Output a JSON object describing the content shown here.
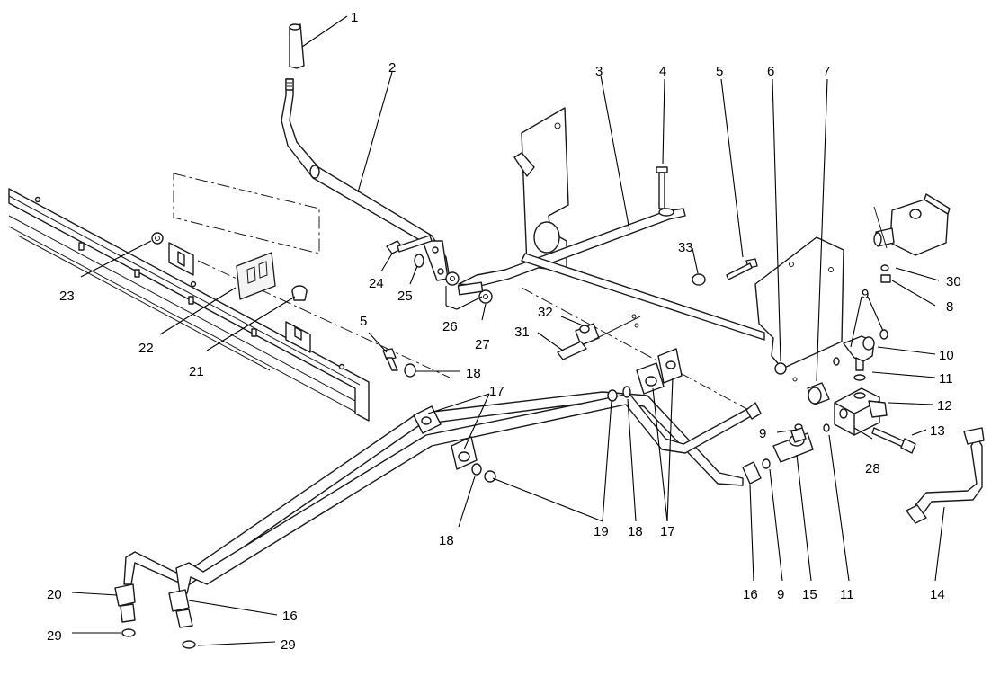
{
  "callouts": [
    {
      "id": "c1",
      "label": "1"
    },
    {
      "id": "c2",
      "label": "2"
    },
    {
      "id": "c3",
      "label": "3"
    },
    {
      "id": "c4",
      "label": "4"
    },
    {
      "id": "c5a",
      "label": "5"
    },
    {
      "id": "c6",
      "label": "6"
    },
    {
      "id": "c7",
      "label": "7"
    },
    {
      "id": "c9a",
      "label": "9"
    },
    {
      "id": "c30",
      "label": "30"
    },
    {
      "id": "c8",
      "label": "8"
    },
    {
      "id": "c10",
      "label": "10"
    },
    {
      "id": "c11a",
      "label": "11"
    },
    {
      "id": "c12",
      "label": "12"
    },
    {
      "id": "c13",
      "label": "13"
    },
    {
      "id": "c28",
      "label": "28"
    },
    {
      "id": "c9b",
      "label": "9"
    },
    {
      "id": "c33",
      "label": "33"
    },
    {
      "id": "c24",
      "label": "24"
    },
    {
      "id": "c25",
      "label": "25"
    },
    {
      "id": "c26",
      "label": "26"
    },
    {
      "id": "c27",
      "label": "27"
    },
    {
      "id": "c32",
      "label": "32"
    },
    {
      "id": "c31",
      "label": "31"
    },
    {
      "id": "c23",
      "label": "23"
    },
    {
      "id": "c22",
      "label": "22"
    },
    {
      "id": "c21",
      "label": "21"
    },
    {
      "id": "c5b",
      "label": "5"
    },
    {
      "id": "c18a",
      "label": "18"
    },
    {
      "id": "c17a",
      "label": "17"
    },
    {
      "id": "c18b",
      "label": "18"
    },
    {
      "id": "c19",
      "label": "19"
    },
    {
      "id": "c18c",
      "label": "18"
    },
    {
      "id": "c17b",
      "label": "17"
    },
    {
      "id": "c16a",
      "label": "16"
    },
    {
      "id": "c9c",
      "label": "9"
    },
    {
      "id": "c15",
      "label": "15"
    },
    {
      "id": "c11b",
      "label": "11"
    },
    {
      "id": "c14",
      "label": "14"
    },
    {
      "id": "c20",
      "label": "20"
    },
    {
      "id": "c16b",
      "label": "16"
    },
    {
      "id": "c29a",
      "label": "29"
    },
    {
      "id": "c29b",
      "label": "29"
    }
  ]
}
